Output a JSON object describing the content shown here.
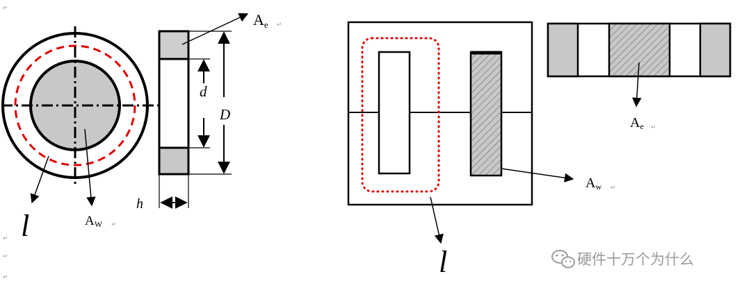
{
  "toroid": {
    "ae_label": "A",
    "ae_sub": "e",
    "aw_label": "A",
    "aw_sub": "W",
    "d_label": "d",
    "D_label": "D",
    "h_label": "h",
    "l_label": "l"
  },
  "ecore": {
    "ae_label": "A",
    "ae_sub": "e",
    "aw_label": "A",
    "aw_sub": "w",
    "l_label": "l"
  },
  "paragraph_mark": "↵",
  "watermark": {
    "text": "硬件十万个为什么",
    "icon": "wechat-icon"
  },
  "colors": {
    "core_gray": "#c8c8c8",
    "dashed_path": "#e00000",
    "dotted_path": "#e00000",
    "line": "#000000",
    "watermark": "#9b9b9b"
  }
}
